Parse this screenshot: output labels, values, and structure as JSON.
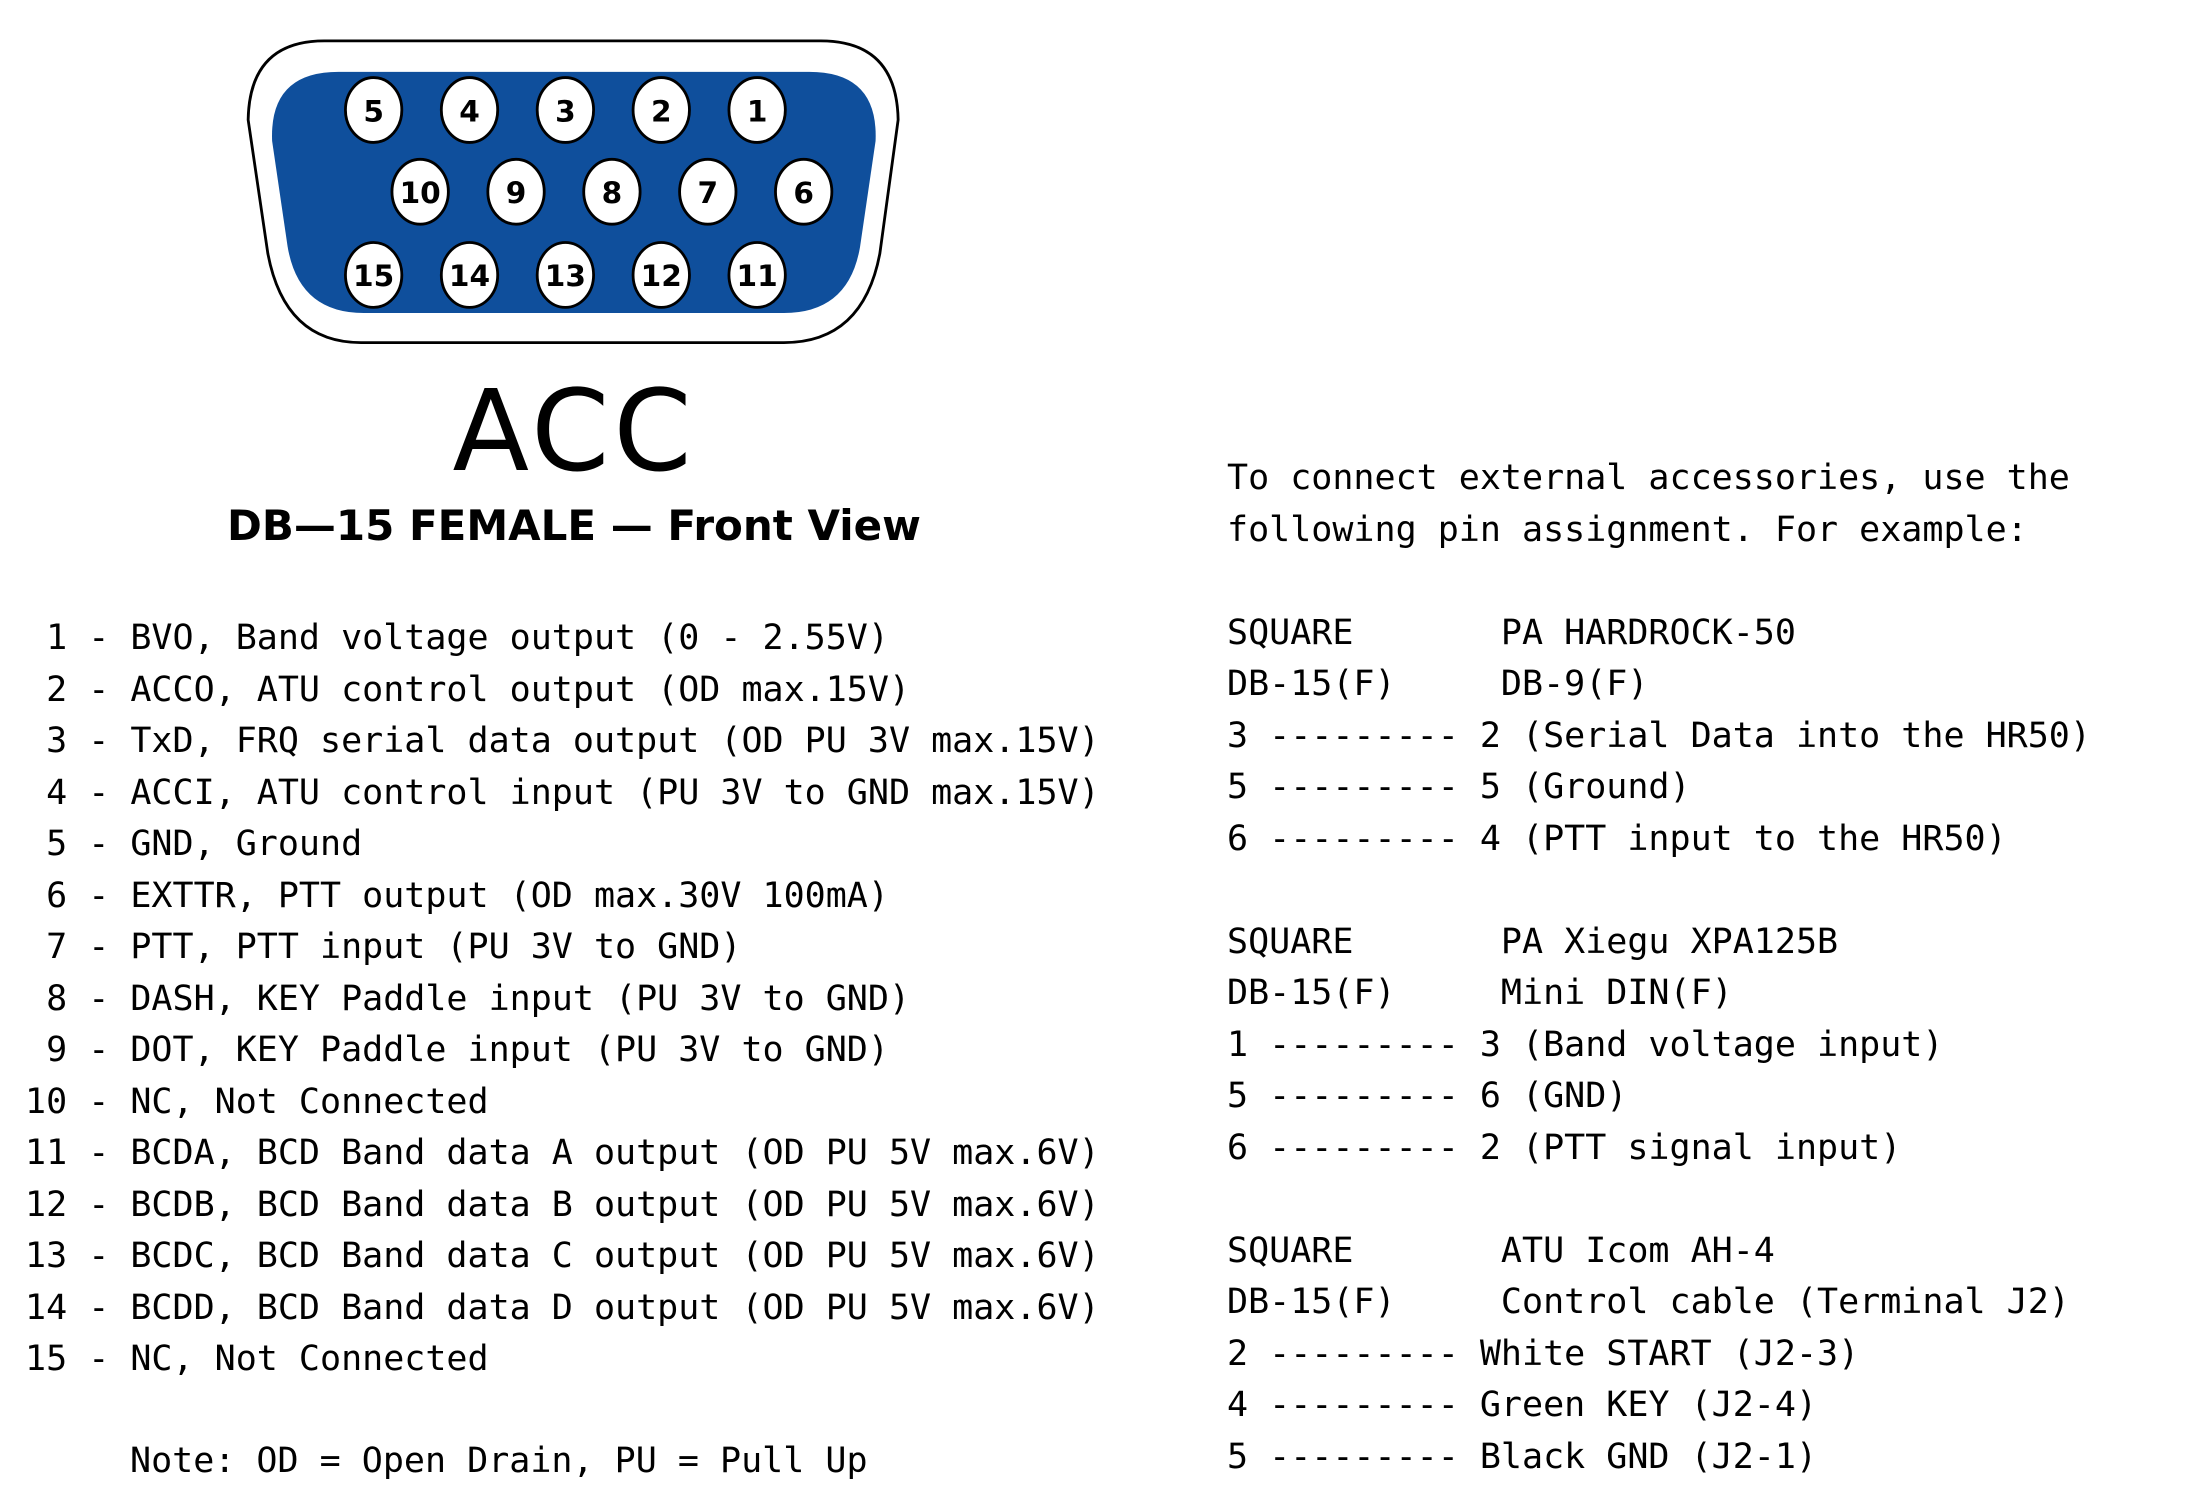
{
  "connector": {
    "color_shell": "#0f4f9c",
    "row1": [
      "5",
      "4",
      "3",
      "2",
      "1"
    ],
    "row2": [
      "10",
      "9",
      "8",
      "7",
      "6"
    ],
    "row3": [
      "15",
      "14",
      "13",
      "12",
      "11"
    ]
  },
  "title": "ACC",
  "subtitle": "DB—15 FEMALE — Front View",
  "pins": [
    " 1 - BVO, Band voltage output (0 - 2.55V)",
    " 2 - ACCO, ATU control output (OD max.15V)",
    " 3 - TxD, FRQ serial data output (OD PU 3V max.15V)",
    " 4 - ACCI, ATU control input (PU 3V to GND max.15V)",
    " 5 - GND, Ground",
    " 6 - EXTTR, PTT output (OD max.30V 100mA)",
    " 7 - PTT, PTT input (PU 3V to GND)",
    " 8 - DASH, KEY Paddle input (PU 3V to GND)",
    " 9 - DOT, KEY Paddle input (PU 3V to GND)",
    "10 - NC, Not Connected",
    "11 - BCDA, BCD Band data A output (OD PU 5V max.6V)",
    "12 - BCDB, BCD Band data B output (OD PU 5V max.6V)",
    "13 - BCDC, BCD Band data C output (OD PU 5V max.6V)",
    "14 - BCDD, BCD Band data D output (OD PU 5V max.6V)",
    "15 - NC, Not Connected"
  ],
  "note": "Note: OD = Open Drain, PU = Pull Up",
  "intro": [
    "To connect external accessories, use the",
    "following pin assignment. For example:"
  ],
  "examples": [
    {
      "lines": [
        "SQUARE       PA HARDROCK-50",
        "DB-15(F)     DB-9(F)",
        "3 --------- 2 (Serial Data into the HR50)",
        "5 --------- 5 (Ground)",
        "6 --------- 4 (PTT input to the HR50)"
      ]
    },
    {
      "lines": [
        "SQUARE       PA Xiegu XPA125B",
        "DB-15(F)     Mini DIN(F)",
        "1 --------- 3 (Band voltage input)",
        "5 --------- 6 (GND)",
        "6 --------- 2 (PTT signal input)"
      ]
    },
    {
      "lines": [
        "SQUARE       ATU Icom AH-4",
        "DB-15(F)     Control cable (Terminal J2)",
        "2 --------- White START (J2-3)",
        "4 --------- Green KEY (J2-4)",
        "5 --------- Black GND (J2-1)"
      ]
    }
  ]
}
